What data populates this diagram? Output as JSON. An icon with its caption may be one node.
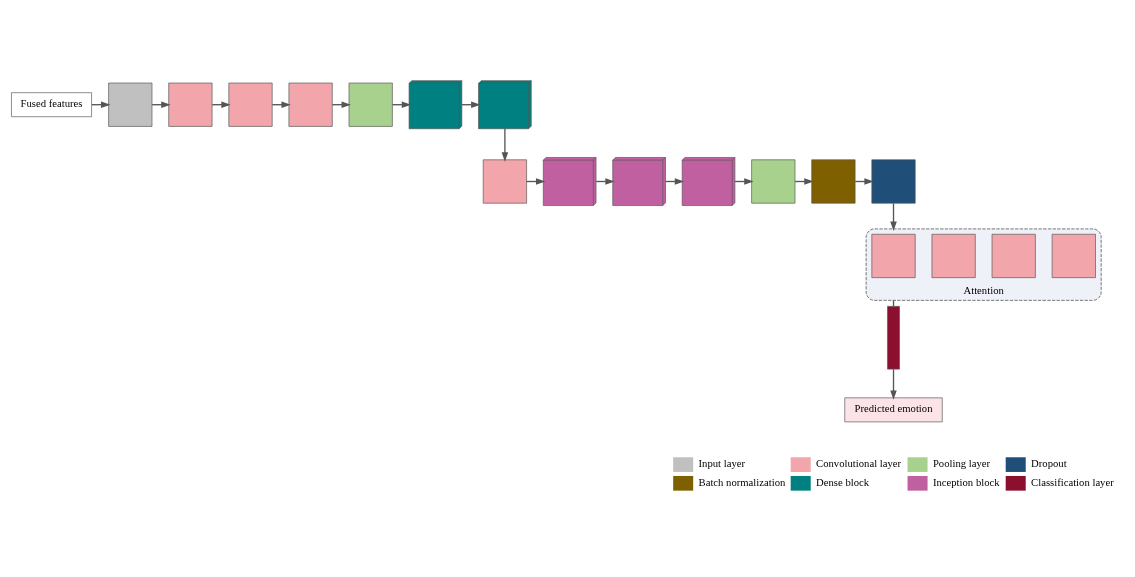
{
  "diagram": {
    "nodes": [
      {
        "text": [
          "Fused features"
        ]
      },
      {
        "text": [],
        "shape": "box"
      },
      {
        "text": [],
        "shape": "box"
      },
      {
        "text": [],
        "shape": "box"
      },
      {
        "text": [],
        "shape": "box"
      },
      {
        "text": [],
        "shape": "box"
      },
      {
        "text": [],
        "shape": "cube"
      },
      {
        "text": [],
        "shape": "cube"
      },
      {
        "text": [],
        "shape": "box"
      },
      {
        "text": [],
        "shape": "cube"
      },
      {
        "text": [],
        "shape": "cube"
      },
      {
        "text": [],
        "shape": "cube"
      },
      {
        "text": [],
        "shape": "box"
      },
      {
        "text": [],
        "shape": "box"
      },
      {
        "text": [],
        "shape": "box"
      },
      {
        "text": [
          "Attention"
        ]
      },
      {
        "text": [],
        "shape": "box",
        "in": 15
      },
      {
        "text": [],
        "shape": "box",
        "in": 15
      },
      {
        "text": [],
        "shape": "box",
        "in": 15
      },
      {
        "text": [],
        "shape": "box",
        "in": 15
      },
      {
        "text": [],
        "shape": "bar"
      },
      {
        "text": [
          "Predicted emotion"
        ]
      }
    ],
    "edges": [
      {
        "from": 0,
        "to": 1,
        "arrow": "to"
      },
      {
        "from": 1,
        "to": 2,
        "arrow": "to"
      },
      {
        "from": 2,
        "to": 3,
        "arrow": "to"
      },
      {
        "from": 3,
        "to": 4,
        "arrow": "to"
      },
      {
        "from": 4,
        "to": 5,
        "arrow": "to"
      },
      {
        "from": 5,
        "to": 6,
        "arrow": "to"
      },
      {
        "from": 6,
        "to": 7,
        "arrow": "to"
      },
      {
        "from": 7,
        "to": 8,
        "arrow": "to"
      },
      {
        "from": 8,
        "to": 9,
        "arrow": "to"
      },
      {
        "from": 9,
        "to": 10,
        "arrow": "to"
      },
      {
        "from": 10,
        "to": 11,
        "arrow": "to"
      },
      {
        "from": 11,
        "to": 12,
        "arrow": "to"
      },
      {
        "from": 12,
        "to": 13,
        "arrow": "to"
      },
      {
        "from": 13,
        "to": 14,
        "arrow": "to"
      },
      {
        "from": 14,
        "to": 15,
        "arrow": "to"
      },
      {
        "from": 15,
        "to": 20,
        "arrow": "none"
      },
      {
        "from": 20,
        "to": 21,
        "arrow": "to"
      }
    ],
    "legend": [
      {
        "text": "Input layer",
        "color": "#c0c0c0"
      },
      {
        "text": "Convolutional layer",
        "color": "#f2a5ab"
      },
      {
        "text": "Pooling layer",
        "color": "#a9d18e"
      },
      {
        "text": "Dropout",
        "color": "#1f4e79"
      },
      {
        "text": "Batch normalization",
        "color": "#7f6000"
      },
      {
        "text": "Dense block",
        "color": "#008080"
      },
      {
        "text": "Inception block",
        "color": "#c060a0"
      },
      {
        "text": "Classification layer",
        "color": "#8b1030"
      }
    ]
  }
}
